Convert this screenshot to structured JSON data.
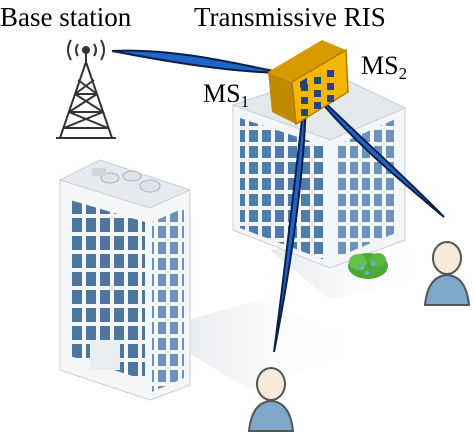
{
  "labels": {
    "base_station": "Base station",
    "ris": "Transmissive RIS",
    "ms1_main": "MS",
    "ms1_sub": "1",
    "ms2_main": "MS",
    "ms2_sub": "2"
  },
  "colors": {
    "beam": "#1f64c8",
    "beam_edge": "#0b1f4a",
    "ris_panel": "#f2b705",
    "ris_edge": "#b17a00",
    "building_glass": "#3d6fa3",
    "building_wall": "#eef2f5",
    "tower": "#333333",
    "user": "#7fa7c9"
  }
}
